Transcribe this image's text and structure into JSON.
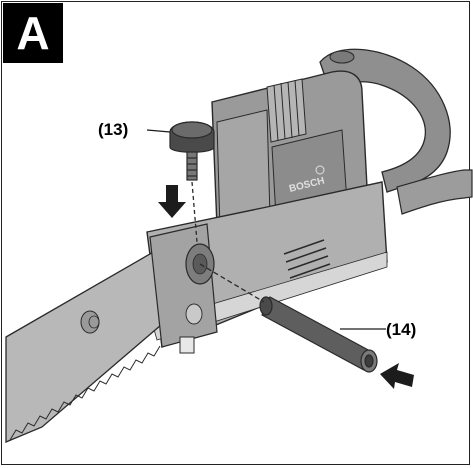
{
  "figure": {
    "panel_label": "A",
    "callouts": [
      {
        "id": "13",
        "text": "(13)"
      },
      {
        "id": "14",
        "text": "(14)"
      }
    ],
    "brand_text": "BOSCH",
    "colors": {
      "housing": "#9a9a9a",
      "housing_dark": "#6f6f6f",
      "housing_light": "#bdbdbd",
      "blade": "#b8b8b8",
      "outline": "#2a2a2a"
    }
  }
}
